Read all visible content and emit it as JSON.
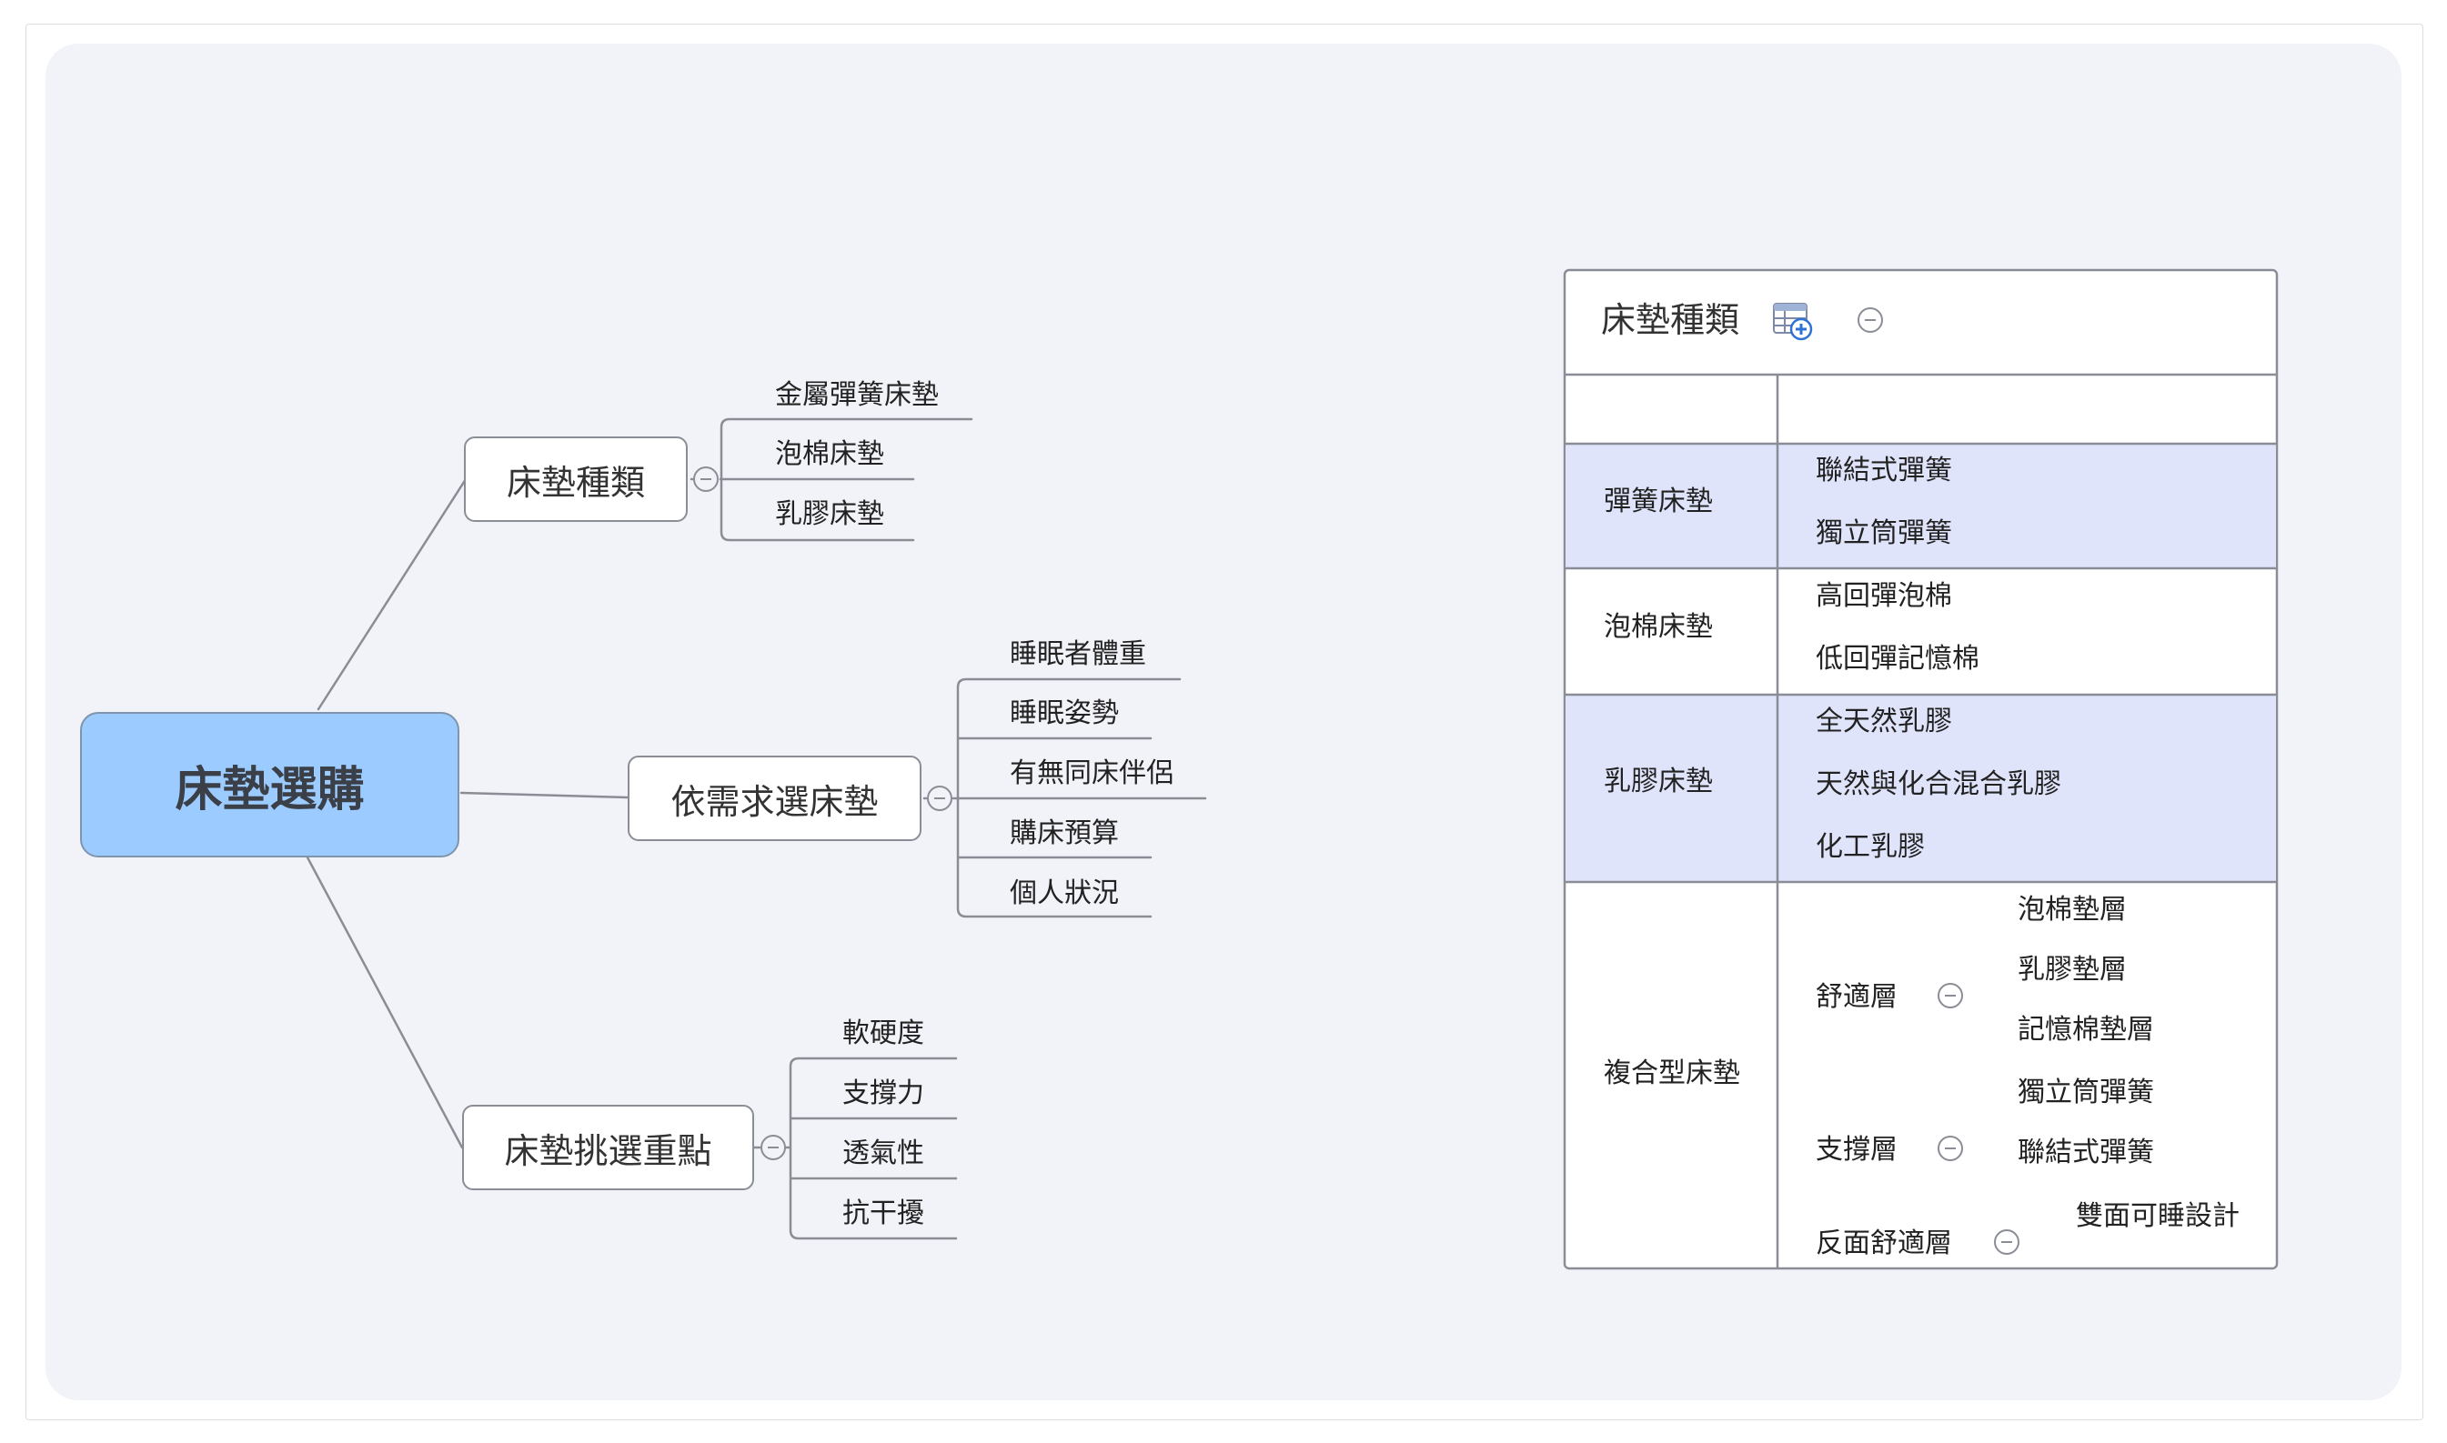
{
  "map": {
    "root": "床墊選購",
    "branches": [
      {
        "label": "床墊種類",
        "children": [
          "金屬彈簧床墊",
          "泡棉床墊",
          "乳膠床墊"
        ]
      },
      {
        "label": "依需求選床墊",
        "children": [
          "睡眠者體重",
          "睡眠姿勢",
          "有無同床伴侶",
          "購床預算",
          "個人狀況"
        ]
      },
      {
        "label": "床墊挑選重點",
        "children": [
          "軟硬度",
          "支撐力",
          "透氣性",
          "抗干擾"
        ]
      }
    ]
  },
  "table": {
    "title": "床墊種類",
    "add_icon": "table-add-icon",
    "rows": [
      {
        "name": "彈簧床墊",
        "items": [
          "聯結式彈簧",
          "獨立筒彈簧"
        ],
        "highlight": true
      },
      {
        "name": "泡棉床墊",
        "items": [
          "高回彈泡棉",
          "低回彈記憶棉"
        ],
        "highlight": false
      },
      {
        "name": "乳膠床墊",
        "items": [
          "全天然乳膠",
          "天然與化合混合乳膠",
          "化工乳膠"
        ],
        "highlight": true
      },
      {
        "name": "複合型床墊",
        "highlight": false,
        "groups": [
          {
            "label": "舒適層",
            "children": [
              "泡棉墊層",
              "乳膠墊層",
              "記憶棉墊層"
            ]
          },
          {
            "label": "支撐層",
            "children": [
              "獨立筒彈簧",
              "聯結式彈簧"
            ]
          },
          {
            "label": "反面舒適層",
            "children": [
              "雙面可睡設計"
            ]
          }
        ]
      }
    ]
  },
  "colors": {
    "canvas": "#f2f3f8",
    "root_fill": "#9ccbff",
    "highlight_row": "#e0e4fb",
    "line": "#8a8d95"
  }
}
